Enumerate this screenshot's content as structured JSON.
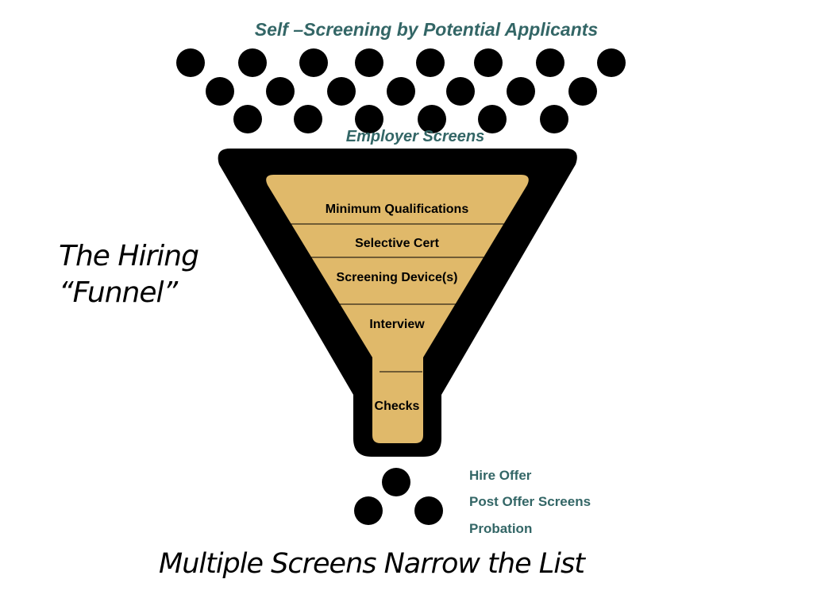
{
  "diagram": {
    "top_title": "Self –Screening by Potential Applicants",
    "employer_title": "Employer Screens",
    "side_label_line1": "The Hiring",
    "side_label_line2": "“Funnel”",
    "stages": [
      "Minimum Qualifications",
      "Selective Cert",
      "Screening Device(s)",
      "Interview",
      "Checks"
    ],
    "outcomes": [
      "Hire Offer",
      "Post Offer Screens",
      "Probation"
    ],
    "caption": "Multiple Screens Narrow the List",
    "colors": {
      "heading": "#336666",
      "funnel_outer": "#000000",
      "funnel_inner": "#e0b96a",
      "dots": "#000000"
    }
  }
}
